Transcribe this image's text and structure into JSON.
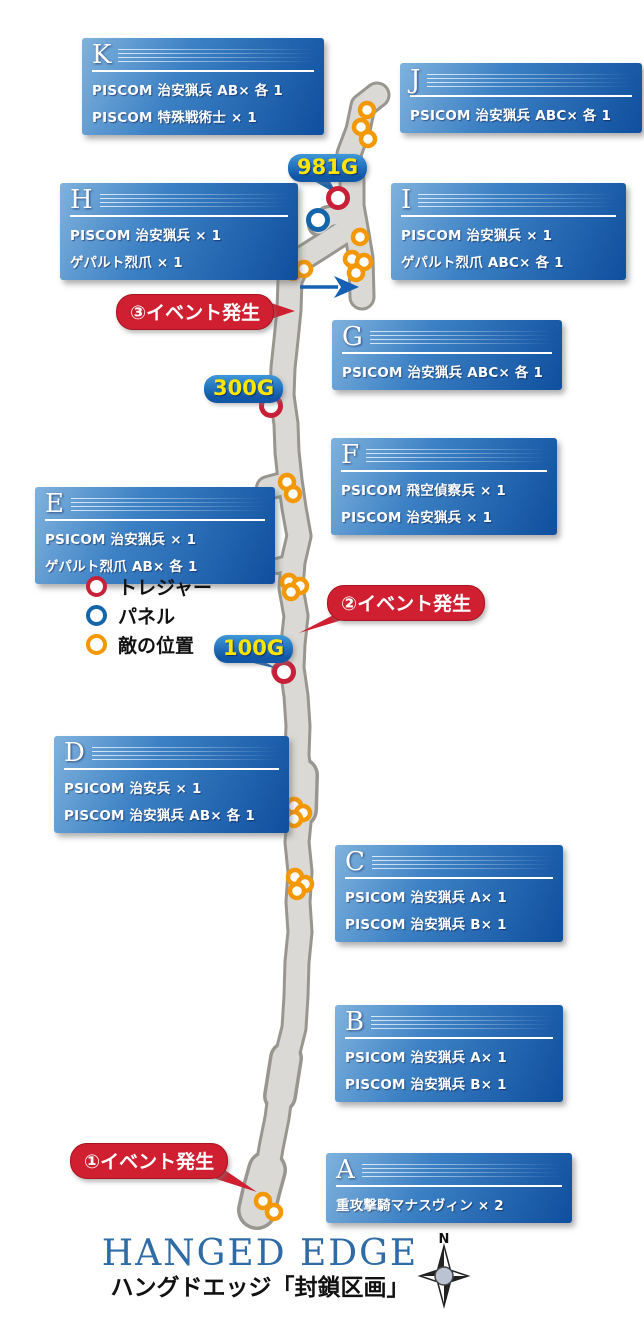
{
  "map": {
    "title_en": "HANGED EDGE",
    "title_ja": "ハングドエッジ「封鎖区画」",
    "compass_label": "N"
  },
  "colors": {
    "box_blue_light": "#7fb2dd",
    "box_blue_dark": "#0f4f9e",
    "event_red": "#cf1f30",
    "treasure_red": "#c9203a",
    "panel_blue": "#1565ab",
    "enemy_orange": "#f39800",
    "gold_text": "#ffe500",
    "path_gray": "#dad9d5",
    "path_outline": "#98968f",
    "title_blue": "#2f6ba6",
    "arrow_blue": "#1560b4"
  },
  "legend": {
    "items": [
      {
        "key": "treasure",
        "label": "トレジャー"
      },
      {
        "key": "panel",
        "label": "パネル"
      },
      {
        "key": "enemy",
        "label": "敵の位置"
      }
    ]
  },
  "boxes": [
    {
      "letter": "K",
      "lines": [
        "PISCOM 治安猟兵 AB× 各 1",
        "PISCOM 特殊戦術士 × 1"
      ]
    },
    {
      "letter": "J",
      "lines": [
        "PSICOM 治安猟兵 ABC× 各 1"
      ]
    },
    {
      "letter": "H",
      "lines": [
        "PISCOM 治安猟兵 × 1",
        "ゲパルト烈爪 × 1"
      ]
    },
    {
      "letter": "I",
      "lines": [
        "PISCOM 治安猟兵 × 1",
        "ゲパルト烈爪 ABC× 各 1"
      ]
    },
    {
      "letter": "G",
      "lines": [
        "PSICOM 治安猟兵 ABC× 各 1"
      ]
    },
    {
      "letter": "F",
      "lines": [
        "PSICOM 飛空偵察兵 × 1",
        "PISCOM 治安猟兵 × 1"
      ]
    },
    {
      "letter": "E",
      "lines": [
        "PSICOM 治安猟兵 × 1",
        "ゲパルト烈爪 AB× 各 1"
      ]
    },
    {
      "letter": "D",
      "lines": [
        "PSICOM 治安兵 × 1",
        "PISCOM 治安猟兵 AB× 各 1"
      ]
    },
    {
      "letter": "C",
      "lines": [
        "PSICOM 治安猟兵 A× 1",
        "PISCOM 治安猟兵 B× 1"
      ]
    },
    {
      "letter": "B",
      "lines": [
        "PSICOM 治安猟兵 A× 1",
        "PISCOM 治安猟兵 B× 1"
      ]
    },
    {
      "letter": "A",
      "lines": [
        "重攻撃騎マナスヴィン × 2"
      ]
    }
  ],
  "events": [
    {
      "label": "③イベント発生"
    },
    {
      "label": "②イベント発生"
    },
    {
      "label": "①イベント発生"
    }
  ],
  "treasures": [
    {
      "label": "981G"
    },
    {
      "label": "300G"
    },
    {
      "label": "100G"
    }
  ]
}
